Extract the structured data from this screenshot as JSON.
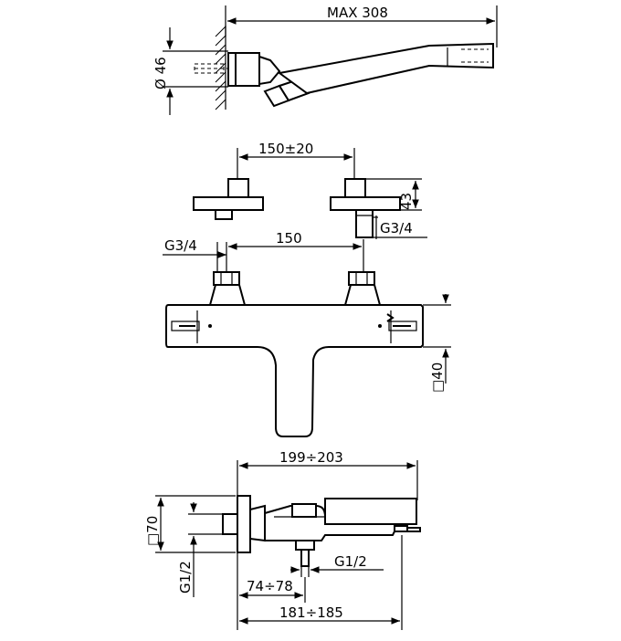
{
  "dimensions": {
    "shower_length": "MAX  308",
    "wall_bracket_diameter": "Ø 46",
    "eccentric_spacing": "150±20",
    "eccentric_height": "43",
    "eccentric_thread": "G3/4",
    "inlet_thread": "G3/4",
    "inlet_spacing": "150",
    "body_square": "□40",
    "total_depth": "199÷203",
    "flange_square": "□70",
    "inlet_thread_side": "G1/2",
    "outlet_thread": "G1/2",
    "outlet_distance": "74÷78",
    "spout_depth": "181÷185"
  }
}
